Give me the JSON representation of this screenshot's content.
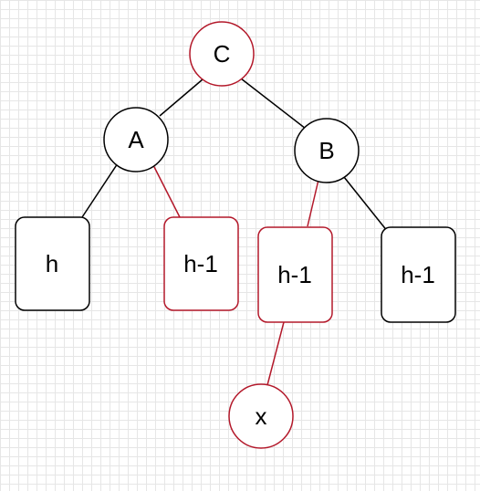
{
  "colors": {
    "black": "#000000",
    "red": "#b3182a",
    "node_fill": "#ffffff"
  },
  "nodes": {
    "C": {
      "label": "C",
      "shape": "circle",
      "stroke": "red"
    },
    "A": {
      "label": "A",
      "shape": "circle",
      "stroke": "black"
    },
    "B": {
      "label": "B",
      "shape": "circle",
      "stroke": "black"
    },
    "x": {
      "label": "x",
      "shape": "circle",
      "stroke": "red"
    },
    "h_left": {
      "label": "h",
      "shape": "rounded-rect",
      "stroke": "black"
    },
    "h1_a": {
      "label": "h-1",
      "shape": "rounded-rect",
      "stroke": "red"
    },
    "h1_b_left": {
      "label": "h-1",
      "shape": "rounded-rect",
      "stroke": "red"
    },
    "h1_b_right": {
      "label": "h-1",
      "shape": "rounded-rect",
      "stroke": "black"
    }
  },
  "edges": [
    {
      "from": "C",
      "to": "A",
      "stroke": "black"
    },
    {
      "from": "C",
      "to": "B",
      "stroke": "black"
    },
    {
      "from": "A",
      "to": "h_left",
      "stroke": "black"
    },
    {
      "from": "A",
      "to": "h1_a",
      "stroke": "red"
    },
    {
      "from": "B",
      "to": "h1_b_left",
      "stroke": "red"
    },
    {
      "from": "B",
      "to": "h1_b_right",
      "stroke": "black"
    },
    {
      "from": "h1_b_left",
      "to": "x",
      "stroke": "red"
    }
  ]
}
